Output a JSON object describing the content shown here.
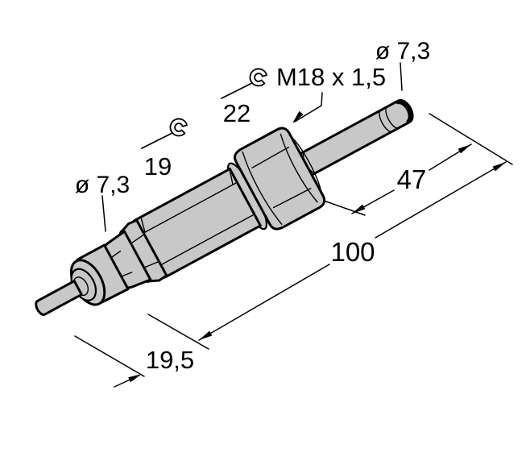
{
  "figure": {
    "kind": "technical dimensional drawing",
    "subject": "threaded immersion probe sensor with cable gland",
    "background_color": "#ffffff",
    "part_fill_color": "#c8c8c8",
    "outline_color": "#000000"
  },
  "labels": {
    "cable_diameter": "ø 7,3",
    "tip_diameter": "ø 7,3",
    "thread_spec": "M18 x 1,5",
    "wrench_size_body": "19",
    "wrench_size_nut": "22",
    "tip_length": "47",
    "overall_length": "100",
    "gland_length": "19,5"
  },
  "icons": {
    "wrench_body": "open-end-wrench",
    "wrench_nut": "open-end-wrench"
  }
}
